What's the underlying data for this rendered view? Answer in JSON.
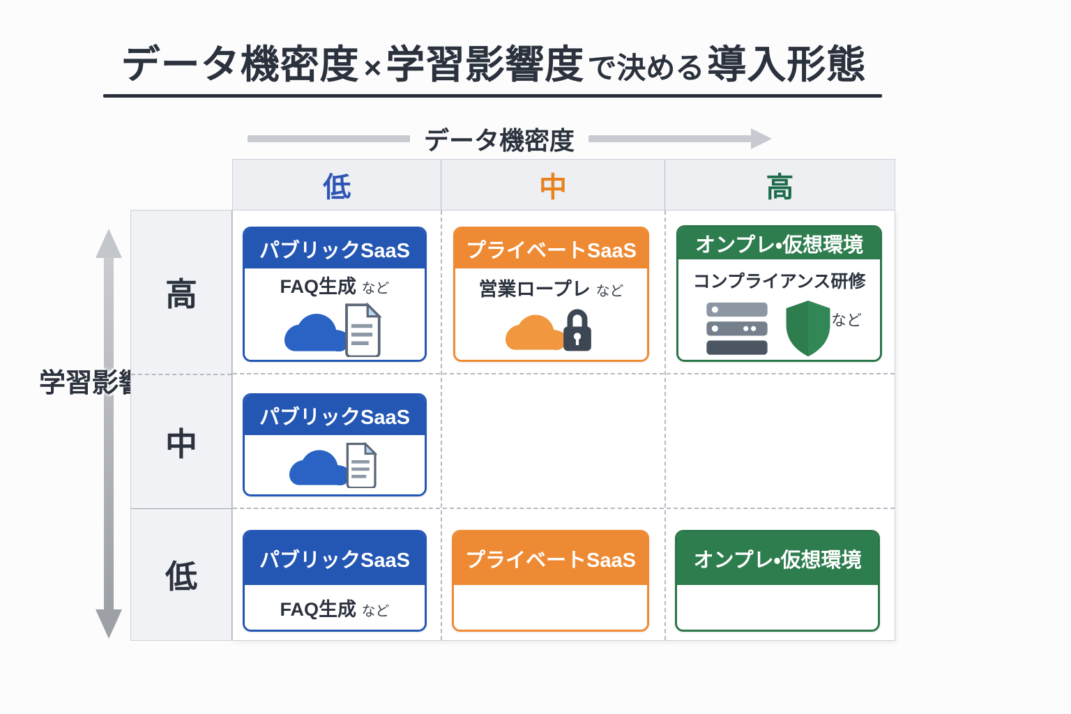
{
  "title": {
    "part_bold_1": "データ機密度",
    "times": "×",
    "part_bold_2": "学習影響度",
    "part_mid": "で決める",
    "part_bold_3": "導入形態"
  },
  "axes": {
    "x_label": "データ機密度",
    "y_label": "学習影響度"
  },
  "columns": [
    {
      "label": "低",
      "color": "#2f55b4"
    },
    {
      "label": "中",
      "color": "#e8821f"
    },
    {
      "label": "高",
      "color": "#1d6b4b"
    }
  ],
  "rows": [
    {
      "label": "高"
    },
    {
      "label": "中"
    },
    {
      "label": "低"
    }
  ],
  "cards": {
    "r1c1": {
      "title": "パブリックSaaS",
      "use_case": "FAQ生成",
      "suffix": "など",
      "icons": [
        "cloud-icon",
        "document-icon"
      ],
      "color": "#2456b4"
    },
    "r1c2": {
      "title": "プライベートSaaS",
      "use_case": "営業ロープレ",
      "suffix": "など",
      "icons": [
        "cloud-icon",
        "lock-icon"
      ],
      "color": "#ee8a33"
    },
    "r1c3": {
      "title": "オンプレ・仮想環境",
      "use_case": "コンプライアンス研修",
      "suffix": "など",
      "icons": [
        "server-icon",
        "shield-icon"
      ],
      "color": "#2e7d4f"
    },
    "r2c1": {
      "title": "パブリックSaaS",
      "icons": [
        "cloud-icon",
        "document-icon"
      ],
      "color": "#2456b4"
    },
    "r3c1": {
      "title": "パブリックSaaS",
      "use_case": "FAQ生成",
      "suffix": "など",
      "color": "#2456b4"
    },
    "r3c2": {
      "title": "プライベートSaaS",
      "color": "#ee8a33"
    },
    "r3c3": {
      "title": "オンプレ・仮想環境",
      "color": "#2e7d4f"
    }
  },
  "colors": {
    "public_saas_blue": "#2456b4",
    "private_saas_orange": "#ee8a33",
    "onprem_green": "#2e7d4f",
    "text_dark": "#2b323d",
    "arrow_gray": "#c7cad0",
    "header_row_bg": "#edeff3",
    "label_col_bg": "#f0f2f5"
  }
}
